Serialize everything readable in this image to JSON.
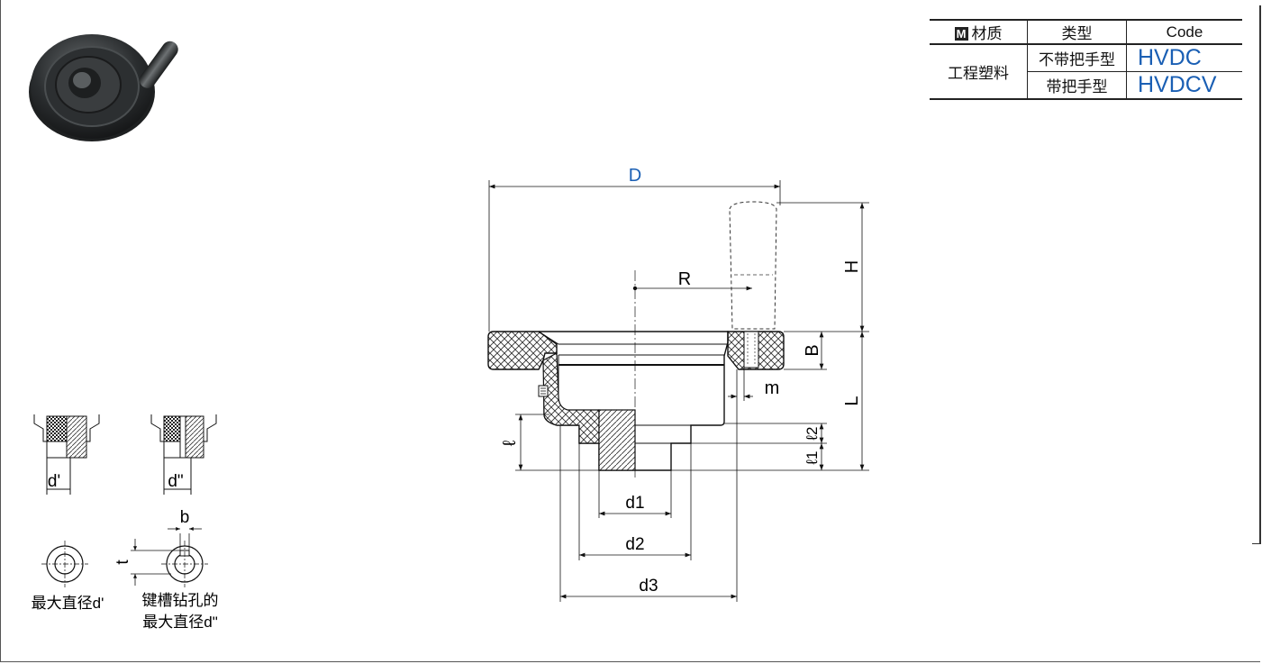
{
  "spec_table": {
    "header": {
      "material": "材质",
      "type": "类型",
      "code": "Code",
      "badge": "M"
    },
    "material": "工程塑料",
    "rows": [
      {
        "type": "不带把手型",
        "code": "HVDC"
      },
      {
        "type": "带把手型",
        "code": "HVDCV"
      }
    ]
  },
  "drawing": {
    "labels": {
      "D": "D",
      "R": "R",
      "H": "H",
      "B": "B",
      "L": "L",
      "m": "m",
      "l": "ℓ",
      "l1": "ℓ1",
      "l2": "ℓ2",
      "d1": "d1",
      "d2": "d2",
      "d3": "d3"
    },
    "dim_color": "#1a5fb4"
  },
  "bore_options": {
    "d_prime": "d'",
    "d_double_prime": "d\"",
    "b": "b",
    "t": "t",
    "caption_left": "最大直径d'",
    "caption_right_line1": "键槽钻孔的",
    "caption_right_line2": "最大直径d\""
  }
}
